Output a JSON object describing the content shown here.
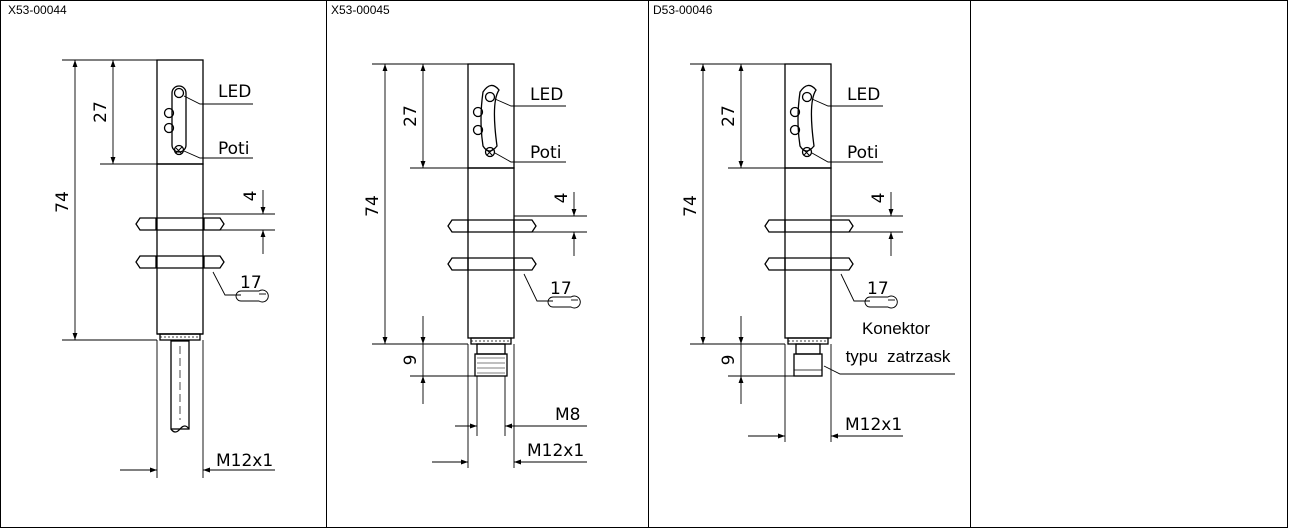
{
  "cells": [
    {
      "code": "X53-00044"
    },
    {
      "code": "X53-00045"
    },
    {
      "code": "D53-00046"
    },
    {
      "code": ""
    }
  ],
  "labels": {
    "led": "LED",
    "poti": "Poti",
    "len_total": "74",
    "len_head": "27",
    "nut_thickness": "4",
    "wrench": "17",
    "thread_main": "M12x1",
    "thread_m8": "M8",
    "conn_len": "9",
    "konektor_line1": "Konektor",
    "konektor_line2": "typu  zatrzask"
  }
}
